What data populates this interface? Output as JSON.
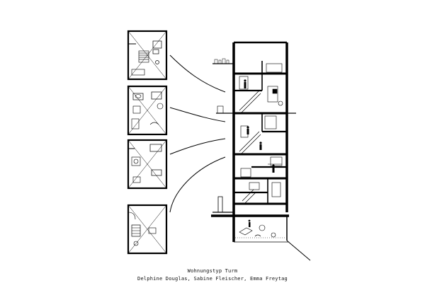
{
  "caption": {
    "title": "Wohnungstyp Turm",
    "authors": "Delphine Douglas, Sabine Fleischer, Emma Freytag"
  },
  "floor_plans": [
    {
      "id": "plan-1",
      "rooms": [
        "stair",
        "bath",
        "kitchen"
      ]
    },
    {
      "id": "plan-2",
      "rooms": [
        "bath",
        "table",
        "bed"
      ]
    },
    {
      "id": "plan-3",
      "rooms": [
        "table",
        "bath",
        "sink"
      ]
    },
    {
      "id": "plan-4",
      "rooms": [
        "entrance",
        "kitchen",
        "stair"
      ]
    }
  ],
  "section": {
    "levels": 5,
    "colors": {
      "ink": "#000000",
      "paper": "#ffffff",
      "tone": "#e8e8e8"
    }
  }
}
